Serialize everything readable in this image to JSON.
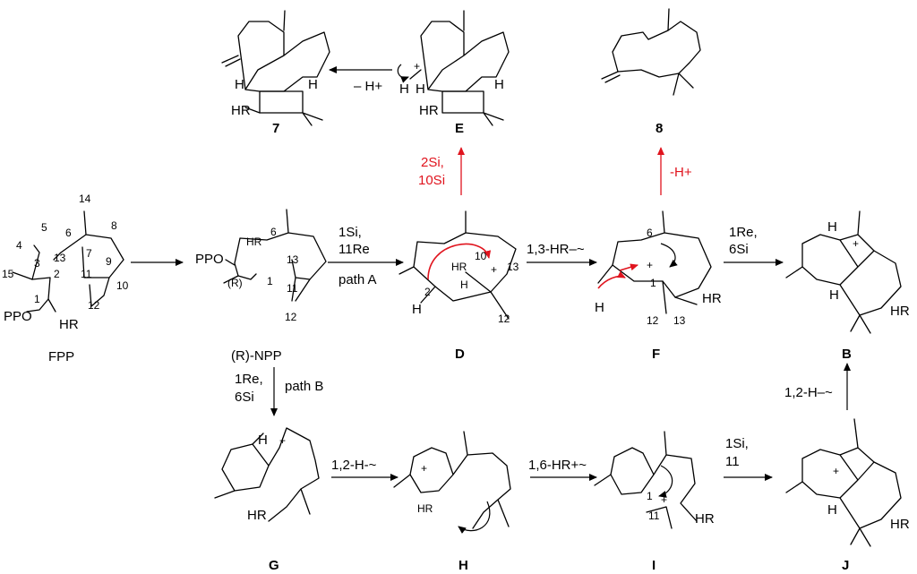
{
  "compounds": {
    "c7": "7",
    "E": "E",
    "c8": "8",
    "FPP": "FPP",
    "NPP": "(R)-NPP",
    "D": "D",
    "F": "F",
    "B": "B",
    "G": "G",
    "H": "H",
    "I": "I",
    "J": "J"
  },
  "atoms": {
    "H": "H",
    "HR": "HR",
    "PPO": "PPO",
    "R": "(R)",
    "plus": "+",
    "n1": "1",
    "n2": "2",
    "n3": "3",
    "n4": "4",
    "n5": "5",
    "n6": "6",
    "n7": "7",
    "n8": "8",
    "n9": "9",
    "n10": "10",
    "n11": "11",
    "n12": "12",
    "n13": "13",
    "n14": "14",
    "n15": "15"
  },
  "arrows": {
    "e_to_7": "– H+",
    "d_to_e_1": "2Si,",
    "d_to_e_2": "10Si",
    "f_to_8": "-H+",
    "npp_to_d_1": "1Si,",
    "npp_to_d_2": "11Re",
    "npp_to_d_3": "path A",
    "d_to_f": "1,3-HR–~",
    "f_to_b_1": "1Re,",
    "f_to_b_2": "6Si",
    "npp_to_g_1": "1Re,",
    "npp_to_g_2": "6Si",
    "npp_to_g_3": "path B",
    "g_to_h": "1,2-H-~",
    "h_to_i": "1,6-HR+~",
    "i_to_j_1": "1Si,",
    "i_to_j_2": "11",
    "j_to_b": "1,2-H–~"
  },
  "colors": {
    "highlight": "#e0141e",
    "ink": "#000000"
  }
}
